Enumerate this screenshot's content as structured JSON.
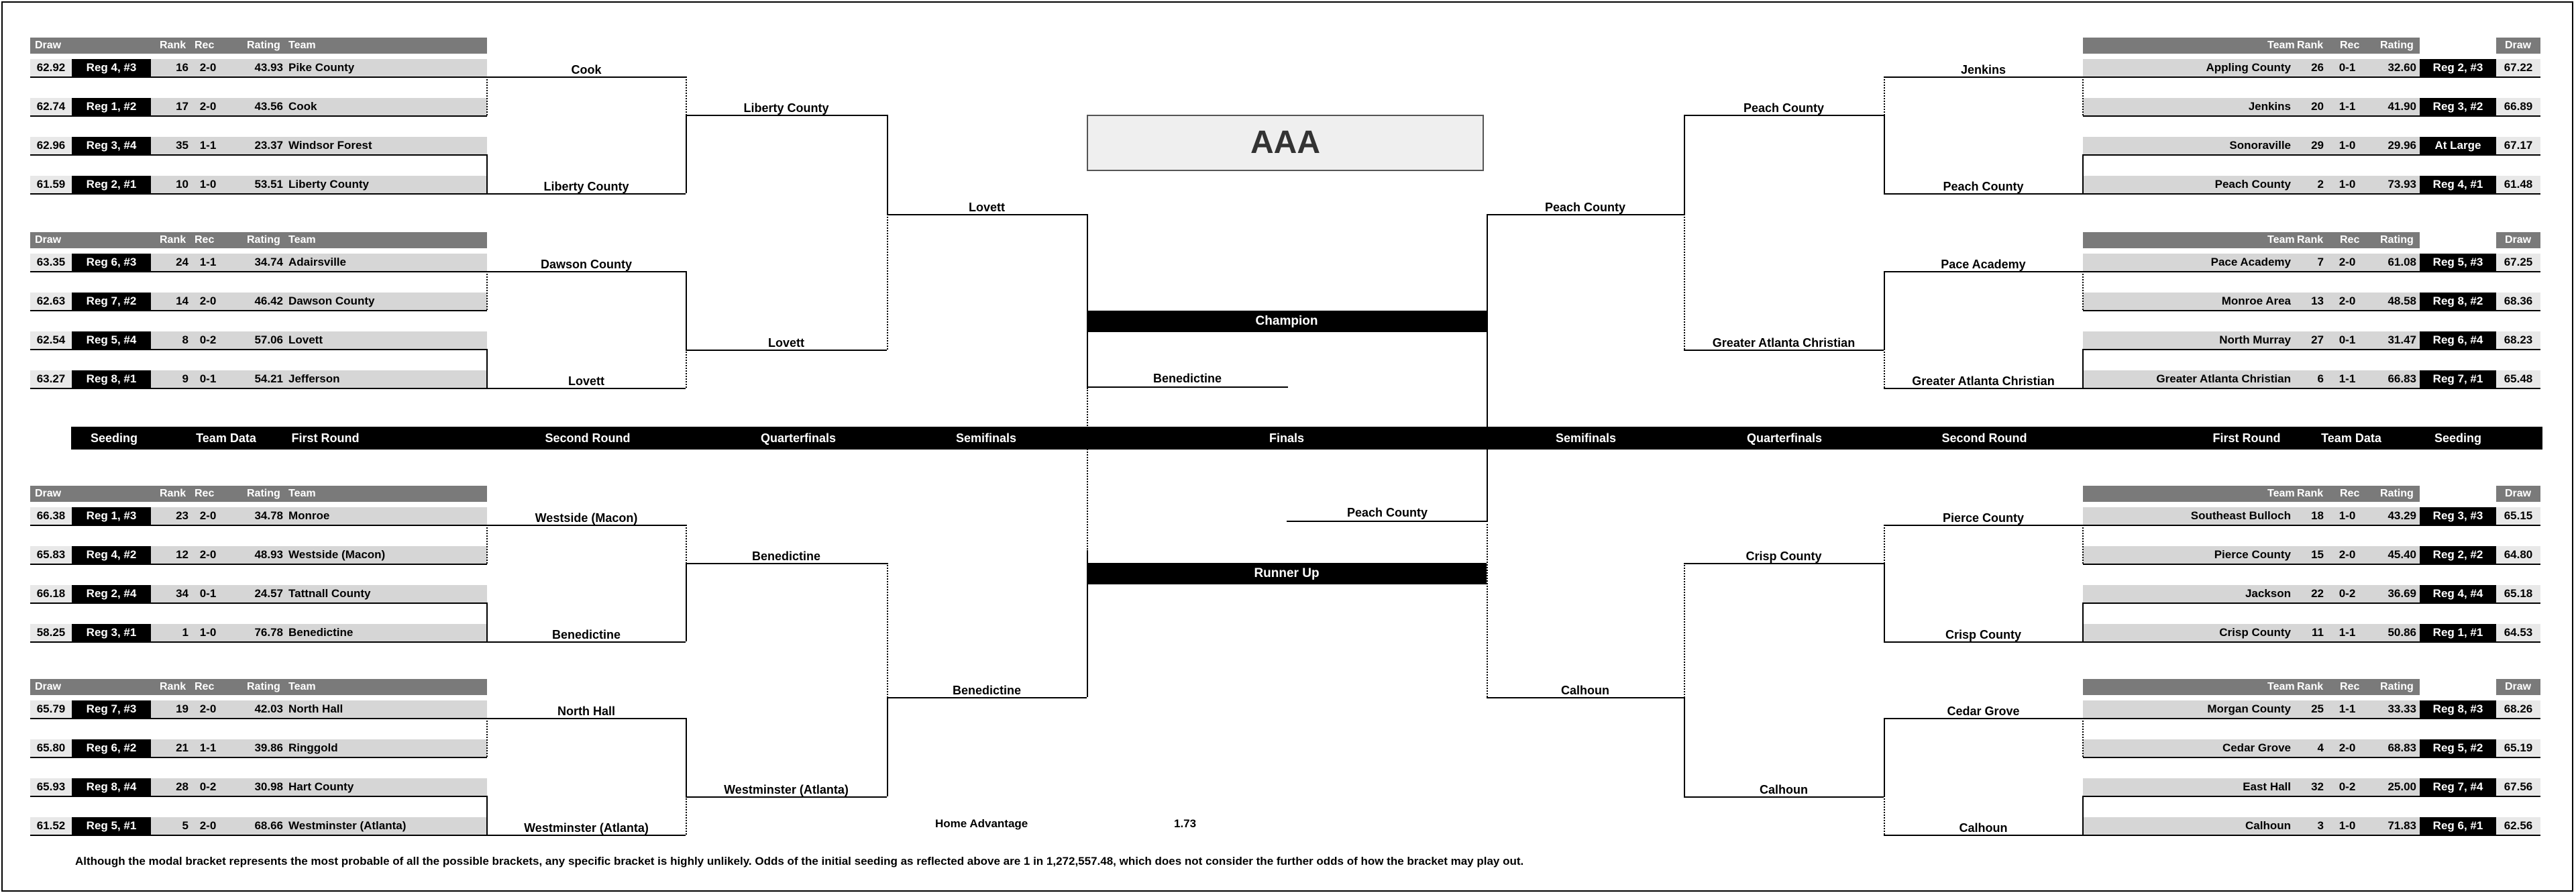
{
  "title": "AAA",
  "champion_label": "Champion",
  "runner_up_label": "Runner Up",
  "finals": {
    "top": "Benedictine",
    "bottom": "Peach County"
  },
  "rounds_left": [
    "Seeding",
    "Team Data",
    "First Round",
    "Second Round",
    "Quarterfinals",
    "Semifinals"
  ],
  "rounds_center": "Finals",
  "rounds_right": [
    "Semifinals",
    "Quarterfinals",
    "Second Round",
    "First Round",
    "Team Data",
    "Seeding"
  ],
  "headers": {
    "draw": "Draw",
    "rank": "Rank",
    "rec": "Rec",
    "rating": "Rating",
    "team": "Team"
  },
  "home_advantage": {
    "label": "Home Advantage",
    "value": "1.73"
  },
  "footnote": "Although the modal bracket represents the most probable of all the possible brackets, any specific bracket is highly unlikely.  Odds of the initial seeding as reflected above are 1 in 1,272,557.48, which does not consider the further odds of how the bracket may play out.",
  "left_groups": [
    [
      {
        "draw": "62.92",
        "seed": "Reg 4, #3",
        "rank": "16",
        "rec": "2-0",
        "rating": "43.93",
        "team": "Pike County"
      },
      {
        "draw": "62.74",
        "seed": "Reg 1, #2",
        "rank": "17",
        "rec": "2-0",
        "rating": "43.56",
        "team": "Cook"
      },
      {
        "draw": "62.96",
        "seed": "Reg 3, #4",
        "rank": "35",
        "rec": "1-1",
        "rating": "23.37",
        "team": "Windsor Forest"
      },
      {
        "draw": "61.59",
        "seed": "Reg 2, #1",
        "rank": "10",
        "rec": "1-0",
        "rating": "53.51",
        "team": "Liberty County"
      }
    ],
    [
      {
        "draw": "63.35",
        "seed": "Reg 6, #3",
        "rank": "24",
        "rec": "1-1",
        "rating": "34.74",
        "team": "Adairsville"
      },
      {
        "draw": "62.63",
        "seed": "Reg 7, #2",
        "rank": "14",
        "rec": "2-0",
        "rating": "46.42",
        "team": "Dawson County"
      },
      {
        "draw": "62.54",
        "seed": "Reg 5, #4",
        "rank": "8",
        "rec": "0-2",
        "rating": "57.06",
        "team": "Lovett"
      },
      {
        "draw": "63.27",
        "seed": "Reg 8, #1",
        "rank": "9",
        "rec": "0-1",
        "rating": "54.21",
        "team": "Jefferson"
      }
    ],
    [
      {
        "draw": "66.38",
        "seed": "Reg 1, #3",
        "rank": "23",
        "rec": "2-0",
        "rating": "34.78",
        "team": "Monroe"
      },
      {
        "draw": "65.83",
        "seed": "Reg 4, #2",
        "rank": "12",
        "rec": "2-0",
        "rating": "48.93",
        "team": "Westside (Macon)"
      },
      {
        "draw": "66.18",
        "seed": "Reg 2, #4",
        "rank": "34",
        "rec": "0-1",
        "rating": "24.57",
        "team": "Tattnall County"
      },
      {
        "draw": "58.25",
        "seed": "Reg 3, #1",
        "rank": "1",
        "rec": "1-0",
        "rating": "76.78",
        "team": "Benedictine"
      }
    ],
    [
      {
        "draw": "65.79",
        "seed": "Reg 7, #3",
        "rank": "19",
        "rec": "2-0",
        "rating": "42.03",
        "team": "North Hall"
      },
      {
        "draw": "65.80",
        "seed": "Reg 6, #2",
        "rank": "21",
        "rec": "1-1",
        "rating": "39.86",
        "team": "Ringgold"
      },
      {
        "draw": "65.93",
        "seed": "Reg 8, #4",
        "rank": "28",
        "rec": "0-2",
        "rating": "30.98",
        "team": "Hart County"
      },
      {
        "draw": "61.52",
        "seed": "Reg 5, #1",
        "rank": "5",
        "rec": "2-0",
        "rating": "68.66",
        "team": "Westminster (Atlanta)"
      }
    ]
  ],
  "right_groups": [
    [
      {
        "draw": "67.22",
        "seed": "Reg 2, #3",
        "rank": "26",
        "rec": "0-1",
        "rating": "32.60",
        "team": "Appling County"
      },
      {
        "draw": "66.89",
        "seed": "Reg 3, #2",
        "rank": "20",
        "rec": "1-1",
        "rating": "41.90",
        "team": "Jenkins"
      },
      {
        "draw": "67.17",
        "seed": "At Large",
        "rank": "29",
        "rec": "1-0",
        "rating": "29.96",
        "team": "Sonoraville"
      },
      {
        "draw": "61.48",
        "seed": "Reg 4, #1",
        "rank": "2",
        "rec": "1-0",
        "rating": "73.93",
        "team": "Peach County"
      }
    ],
    [
      {
        "draw": "67.25",
        "seed": "Reg 5, #3",
        "rank": "7",
        "rec": "2-0",
        "rating": "61.08",
        "team": "Pace Academy"
      },
      {
        "draw": "68.36",
        "seed": "Reg 8, #2",
        "rank": "13",
        "rec": "2-0",
        "rating": "48.58",
        "team": "Monroe Area"
      },
      {
        "draw": "68.23",
        "seed": "Reg 6, #4",
        "rank": "27",
        "rec": "0-1",
        "rating": "31.47",
        "team": "North Murray"
      },
      {
        "draw": "65.48",
        "seed": "Reg 7, #1",
        "rank": "6",
        "rec": "1-1",
        "rating": "66.83",
        "team": "Greater Atlanta Christian"
      }
    ],
    [
      {
        "draw": "65.15",
        "seed": "Reg 3, #3",
        "rank": "18",
        "rec": "1-0",
        "rating": "43.29",
        "team": "Southeast Bulloch"
      },
      {
        "draw": "64.80",
        "seed": "Reg 2, #2",
        "rank": "15",
        "rec": "2-0",
        "rating": "45.40",
        "team": "Pierce County"
      },
      {
        "draw": "65.18",
        "seed": "Reg 4, #4",
        "rank": "22",
        "rec": "0-2",
        "rating": "36.69",
        "team": "Jackson"
      },
      {
        "draw": "64.53",
        "seed": "Reg 1, #1",
        "rank": "11",
        "rec": "1-1",
        "rating": "50.86",
        "team": "Crisp County"
      }
    ],
    [
      {
        "draw": "68.26",
        "seed": "Reg 8, #3",
        "rank": "25",
        "rec": "1-1",
        "rating": "33.33",
        "team": "Morgan County"
      },
      {
        "draw": "65.19",
        "seed": "Reg 5, #2",
        "rank": "4",
        "rec": "2-0",
        "rating": "68.83",
        "team": "Cedar Grove"
      },
      {
        "draw": "67.56",
        "seed": "Reg 7, #4",
        "rank": "32",
        "rec": "0-2",
        "rating": "25.00",
        "team": "East Hall"
      },
      {
        "draw": "62.56",
        "seed": "Reg 6, #1",
        "rank": "3",
        "rec": "1-0",
        "rating": "71.83",
        "team": "Calhoun"
      }
    ]
  ],
  "left_picks": {
    "second": [
      "Cook",
      "Liberty County",
      "Dawson County",
      "Lovett",
      "Westside (Macon)",
      "Benedictine",
      "North Hall",
      "Westminster (Atlanta)"
    ],
    "quarter": [
      "Liberty County",
      "Lovett",
      "Benedictine",
      "Westminster (Atlanta)"
    ],
    "semi": [
      "Lovett",
      "Benedictine"
    ]
  },
  "right_picks": {
    "second": [
      "Jenkins",
      "Peach County",
      "Pace Academy",
      "Greater Atlanta Christian",
      "Pierce County",
      "Crisp County",
      "Cedar Grove",
      "Calhoun"
    ],
    "quarter": [
      "Peach County",
      "Greater Atlanta Christian",
      "Crisp County",
      "Calhoun"
    ],
    "semi": [
      "Peach County",
      "Calhoun"
    ]
  }
}
